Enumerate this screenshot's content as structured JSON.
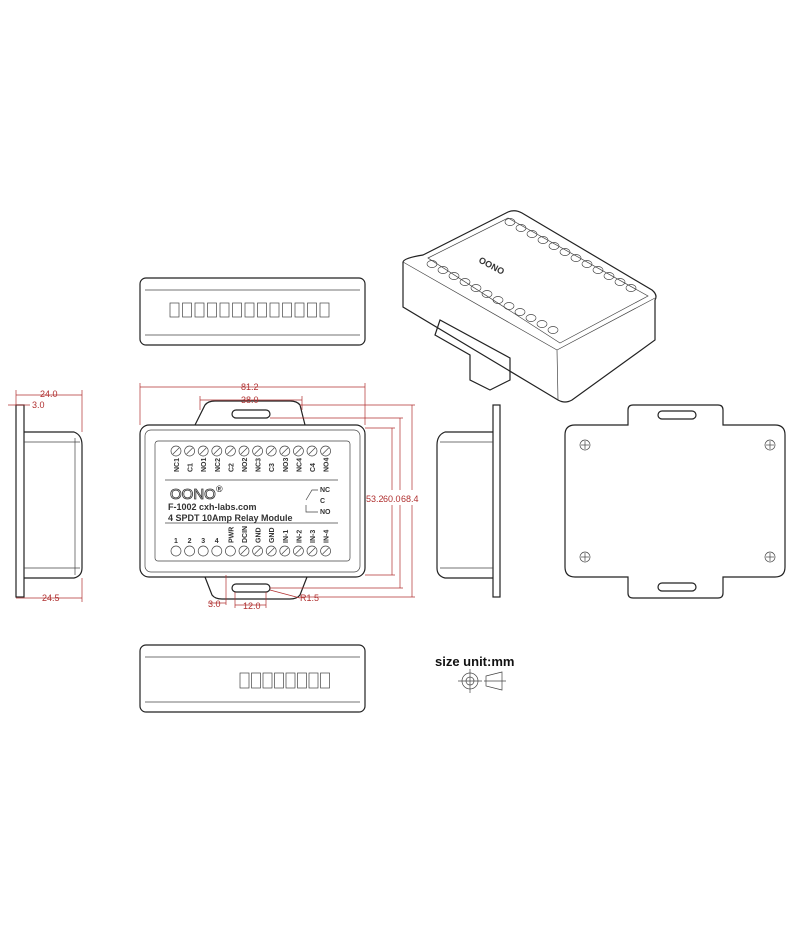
{
  "module": {
    "brand": "OONO",
    "registered_mark": "®",
    "model_line": "F-1002  cxh-labs.com",
    "description": "4 SPDT 10Amp Relay Module",
    "top_terminals": [
      "NC1",
      "C1",
      "NO1",
      "NC2",
      "C2",
      "NO2",
      "NC3",
      "C3",
      "NO3",
      "NC4",
      "C4",
      "NO4"
    ],
    "bottom_terminals": [
      "1",
      "2",
      "3",
      "4",
      "PWR",
      "DCIN",
      "GND",
      "GND",
      "IN-1",
      "IN-2",
      "IN-3",
      "IN-4"
    ],
    "relay_legend": {
      "nc": "NC",
      "c": "C",
      "no": "NO"
    }
  },
  "dimensions": {
    "overall_width": "81.2",
    "tab_width": "38.0",
    "body_height": "53.2",
    "height_with_slots": "60.0",
    "overall_height": "68.4",
    "tab_offset": "3.0",
    "slot_length": "12.0",
    "radius": "R1.5",
    "side_depth_top": "24.0",
    "flange_thickness": "3.0",
    "side_depth_bottom": "24.5"
  },
  "unit_note": "size unit:mm"
}
